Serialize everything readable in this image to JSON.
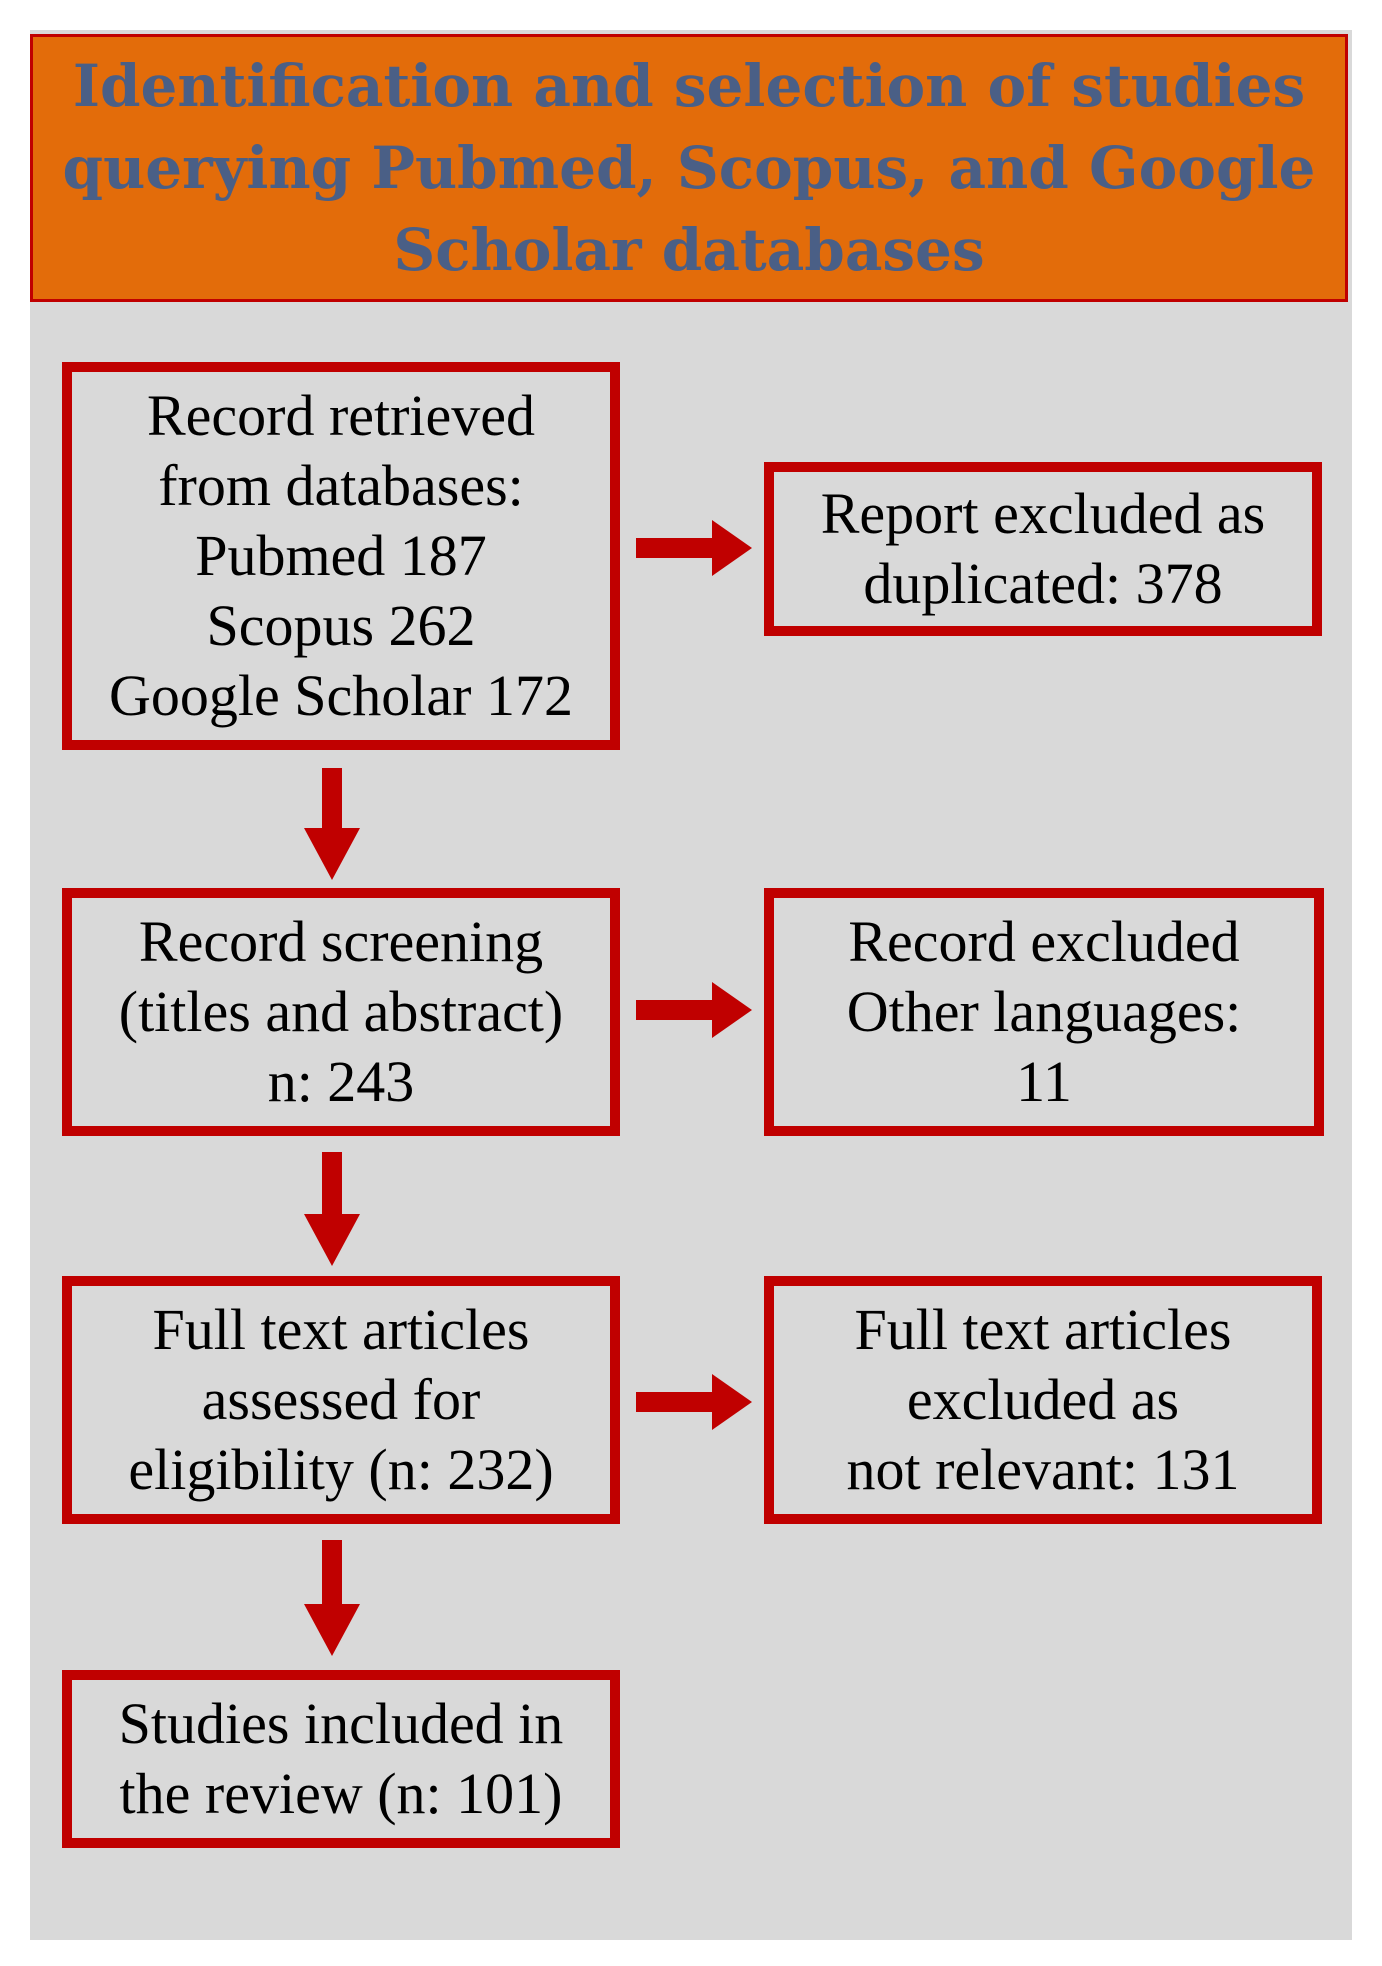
{
  "header": {
    "lines": [
      "Identification and selection of studies",
      "querying Pubmed, Scopus, and Google",
      "Scholar databases"
    ]
  },
  "boxes": {
    "retrieved": {
      "lines": [
        "Record retrieved",
        "from databases:",
        "Pubmed 187",
        "Scopus 262",
        "Google Scholar 172"
      ]
    },
    "duplicates": {
      "lines": [
        "Report excluded as",
        "duplicated: 378"
      ]
    },
    "screening": {
      "lines": [
        "Record screening",
        "(titles and abstract)",
        "n: 243"
      ]
    },
    "languages": {
      "lines": [
        "Record excluded",
        "Other languages:",
        "11"
      ]
    },
    "eligibility": {
      "lines": [
        "Full text articles",
        "assessed for",
        "eligibility (n: 232)"
      ]
    },
    "not_relevant": {
      "lines": [
        "Full text articles",
        "excluded as",
        "not relevant: 131"
      ]
    },
    "included": {
      "lines": [
        "Studies included in",
        "the review (n: 101)"
      ]
    }
  },
  "colors": {
    "header_fill": "#e36c0a",
    "header_text": "#4a5f86",
    "box_border": "#c00000",
    "arrow": "#c00000",
    "panel": "#d9d9d9"
  }
}
